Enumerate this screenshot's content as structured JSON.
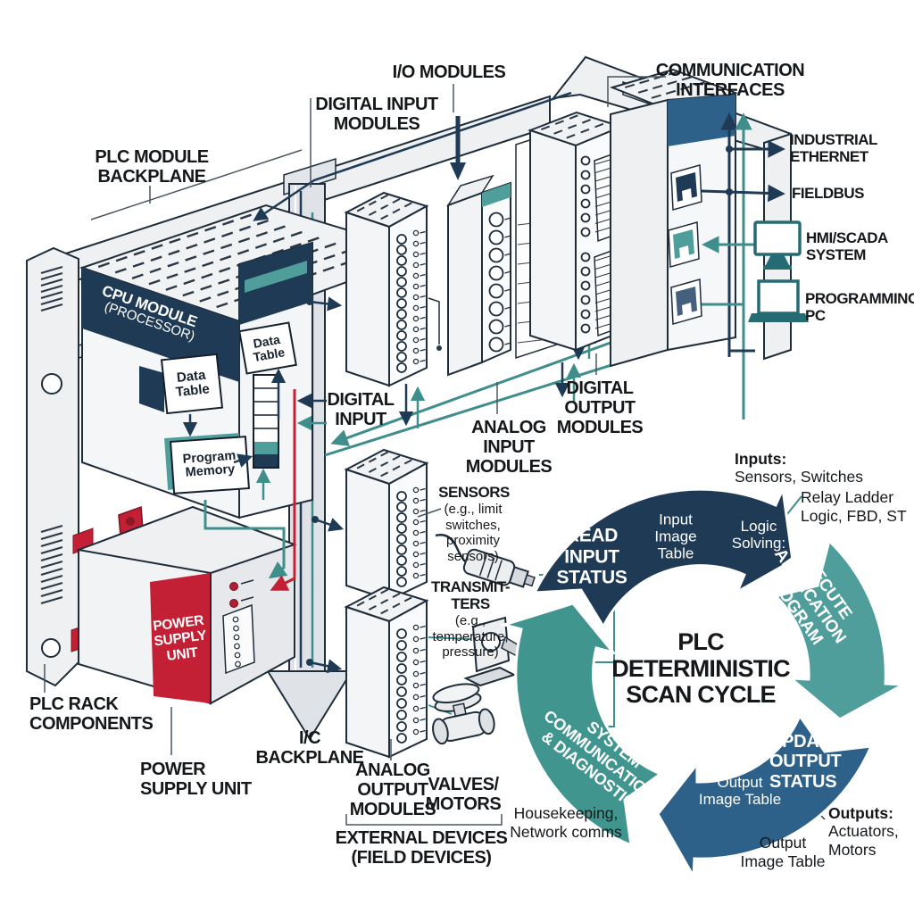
{
  "colors": {
    "navy": "#1e3a55",
    "teal": "#4f9e9c",
    "teal_wire": "#3f8e8c",
    "teal_green": "#41958f",
    "steel_blue": "#2e6189",
    "red": "#c32035",
    "label_ink": "#15181b",
    "leader_gray": "#4a5560",
    "module_fill": "#f0f2f4"
  },
  "icons": {
    "monitor": "hmi-monitor-icon",
    "laptop": "programming-pc-laptop-icon",
    "sensor": "proximity-sensor-icon",
    "transmitter": "transmitter-icon",
    "valve": "valve-motor-icon",
    "ports": "ethernet-port-icon"
  },
  "labels": {
    "plc_module_backplane": "PLC MODULE\nBACKPLANE",
    "io_modules": "I/O MODULES",
    "digital_input_modules": "DIGITAL INPUT\nMODULES",
    "communication_interfaces": "COMMUNICATION\nINTERFACES",
    "industrial_ethernet": "INDUSTRIAL\nETHERNET",
    "fieldbus": "FIELDBUS",
    "hmi_scada": "HMI/SCADA\nSYSTEM",
    "programming_pc": "PROGRAMMING\nPC",
    "digital_input": "DIGITAL\nINPUT",
    "analog_input_modules": "ANALOG\nINPUT\nMODULES",
    "digital_output_modules": "DIGITAL\nOUTPUT\nMODULES",
    "sensors": "SENSORS",
    "sensors_sub": "(e.g., limit\nswitches,\nproximity\nsensors)",
    "transmitters": "TRANSMIT-\nTERS",
    "transmitters_sub": "(e.g.,\ntemperature,\npressure)",
    "plc_rack_components": "PLC RACK\nCOMPONENTS",
    "power_supply_unit": "POWER\nSUPPLY UNIT",
    "ic_backplane": "I/C\nBACKPLANE",
    "analog_output_modules": "ANALOG\nOUTPUT\nMODULES",
    "valves_motors": "VALVES/\nMOTORS",
    "external_devices": "EXTERNAL DEVICES\n(FIELD DEVICES)"
  },
  "cpu": {
    "title_line1": "CPU MODULE",
    "title_line2": "(PROCESSOR)",
    "data_table_a": "Data\nTable",
    "data_table_b": "Data\nTable",
    "program_memory": "Program\nMemory"
  },
  "psu": {
    "panel_text": "POWER\nSUPPLY\nUNIT"
  },
  "scan_cycle": {
    "title": "PLC\nDETERMINISTIC\nSCAN CYCLE",
    "segments": [
      {
        "name": "read-input-status",
        "label": "READ\nINPUT\nSTATUS",
        "sub_label": "Input\nImage\nTable",
        "color": "#1e3a55"
      },
      {
        "name": "execute-application-program",
        "label": "EXECUTE\nAPPLICATION\nPROGRAM",
        "sub_label": "Logic\nSolving:",
        "color": "#4f9e9c"
      },
      {
        "name": "update-output-status",
        "label": "UPDATE\nOUTPUT\nSTATUS",
        "sub_label": "Output\nImage Table",
        "color": "#2e6189"
      },
      {
        "name": "system-communications-diagnostics",
        "label": "SYSTEM\nCOMMUNICATIONS\n& DIAGNOSTICS",
        "sub_label": "",
        "color": "#41958f"
      }
    ],
    "annotations": {
      "inputs_title": "Inputs:",
      "inputs_body": "Sensors, Switches",
      "logic_note": "Relay Ladder\nLogic, FBD, ST",
      "housekeeping_note": "Housekeeping,\nNetwork comms",
      "outputs_title": "Outputs:",
      "outputs_body": "Actuators,\nMotors",
      "output_image_table_note": "Output\nImage Table"
    }
  }
}
